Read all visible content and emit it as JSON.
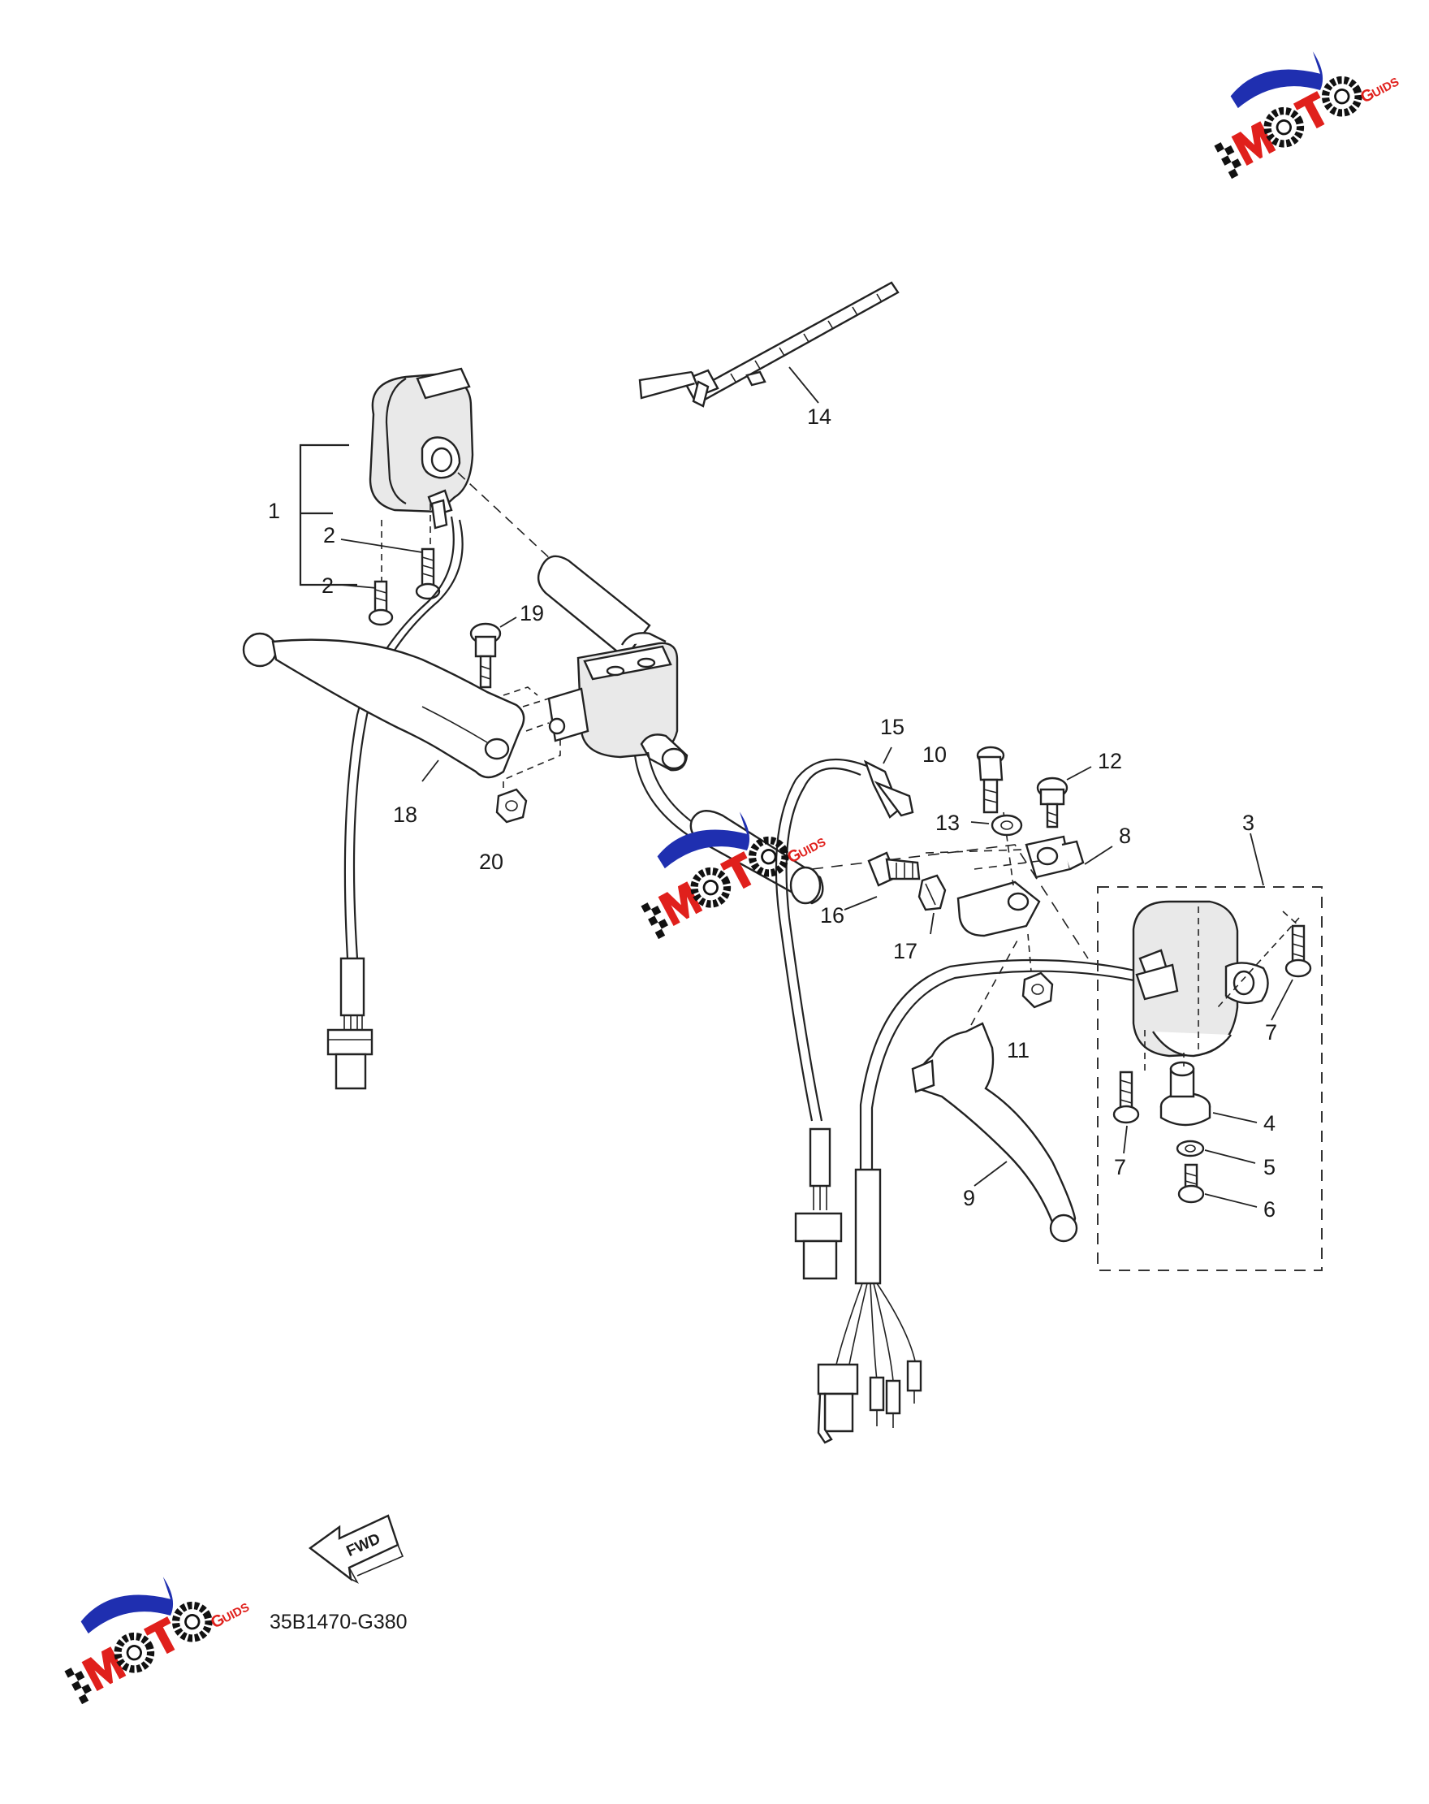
{
  "diagram": {
    "reference_code": "35B1470-G380",
    "fwd_label": "FWD",
    "callouts": [
      {
        "id": "c1",
        "label": "1"
      },
      {
        "id": "c2a",
        "label": "2"
      },
      {
        "id": "c2b",
        "label": "2"
      },
      {
        "id": "c3",
        "label": "3"
      },
      {
        "id": "c4",
        "label": "4"
      },
      {
        "id": "c5",
        "label": "5"
      },
      {
        "id": "c6",
        "label": "6"
      },
      {
        "id": "c7a",
        "label": "7"
      },
      {
        "id": "c7b",
        "label": "7"
      },
      {
        "id": "c8",
        "label": "8"
      },
      {
        "id": "c9",
        "label": "9"
      },
      {
        "id": "c10",
        "label": "10"
      },
      {
        "id": "c11",
        "label": "11"
      },
      {
        "id": "c12",
        "label": "12"
      },
      {
        "id": "c13",
        "label": "13"
      },
      {
        "id": "c14",
        "label": "14"
      },
      {
        "id": "c15",
        "label": "15"
      },
      {
        "id": "c16",
        "label": "16"
      },
      {
        "id": "c17",
        "label": "17"
      },
      {
        "id": "c18",
        "label": "18"
      },
      {
        "id": "c19",
        "label": "19"
      },
      {
        "id": "c20",
        "label": "20"
      }
    ]
  },
  "watermark": {
    "brand": "MOTO",
    "suffix": "GUIDS",
    "colors": {
      "swoosh": "#1f2fb0",
      "red": "#e0201c",
      "dark": "#111111"
    }
  }
}
